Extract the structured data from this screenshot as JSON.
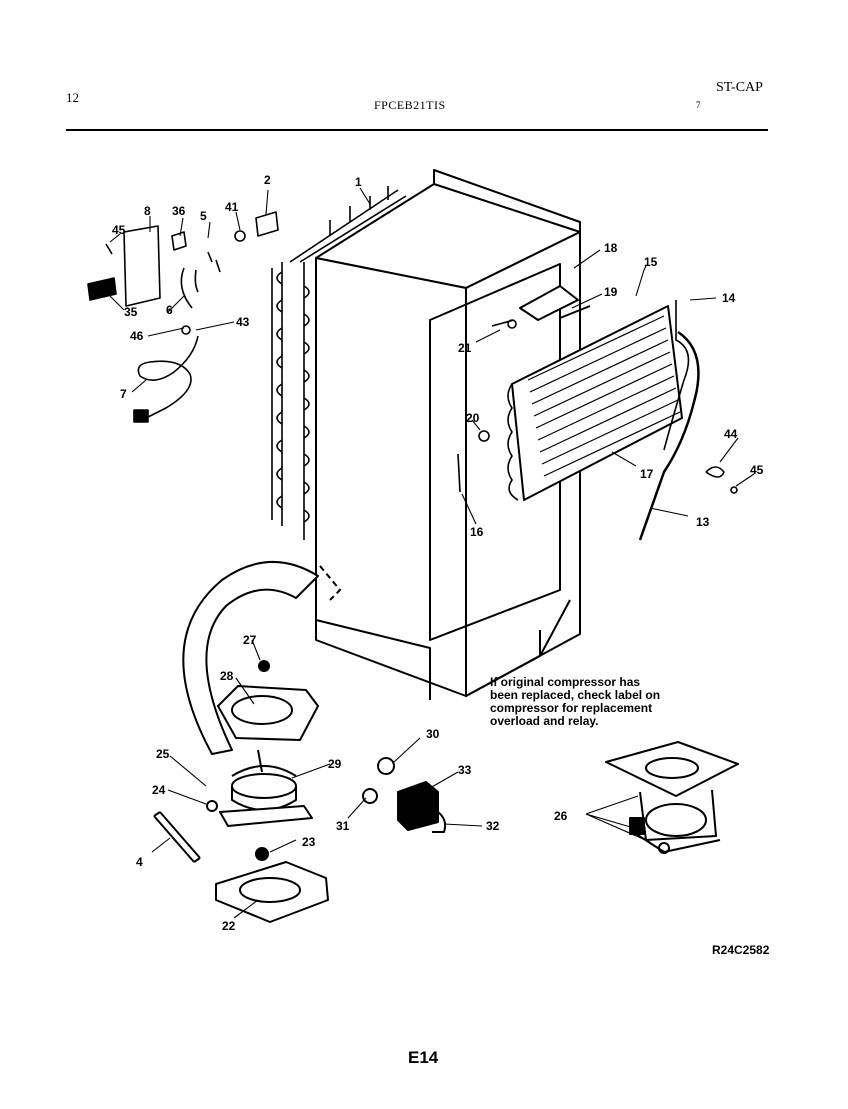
{
  "header": {
    "page_number": "12",
    "model": "FPCEB21TIS",
    "variant": "ST-CAP",
    "tick": "7"
  },
  "callouts": [
    "1",
    "2",
    "4",
    "5",
    "6",
    "7",
    "8",
    "13",
    "14",
    "15",
    "16",
    "17",
    "18",
    "19",
    "20",
    "21",
    "22",
    "23",
    "24",
    "25",
    "26",
    "26",
    "27",
    "28",
    "29",
    "30",
    "31",
    "32",
    "33",
    "35",
    "36",
    "41",
    "43",
    "44",
    "45",
    "45",
    "46"
  ],
  "callout_map": {
    "c1": "1",
    "c2": "2",
    "c4": "4",
    "c5": "5",
    "c6": "6",
    "c7": "7",
    "c8": "8",
    "c13": "13",
    "c14": "14",
    "c15": "15",
    "c16": "16",
    "c17": "17",
    "c18": "18",
    "c19": "19",
    "c20": "20",
    "c21": "21",
    "c22": "22",
    "c23": "23",
    "c24": "24",
    "c25": "25",
    "c26a": "26",
    "c26b": "26",
    "c27": "27",
    "c28": "28",
    "c29": "29",
    "c30": "30",
    "c31": "31",
    "c32": "32",
    "c33": "33",
    "c35": "35",
    "c36": "36",
    "c41": "41",
    "c43": "43",
    "c44": "44",
    "c45a": "45",
    "c45b": "45",
    "c46": "46"
  },
  "note": {
    "line1": "If original compressor has",
    "line2": "been replaced, check label on",
    "line3": "compressor for replacement",
    "line4": "overload and relay."
  },
  "footer": {
    "ref_code": "R24C2582",
    "page_code": "E14"
  }
}
